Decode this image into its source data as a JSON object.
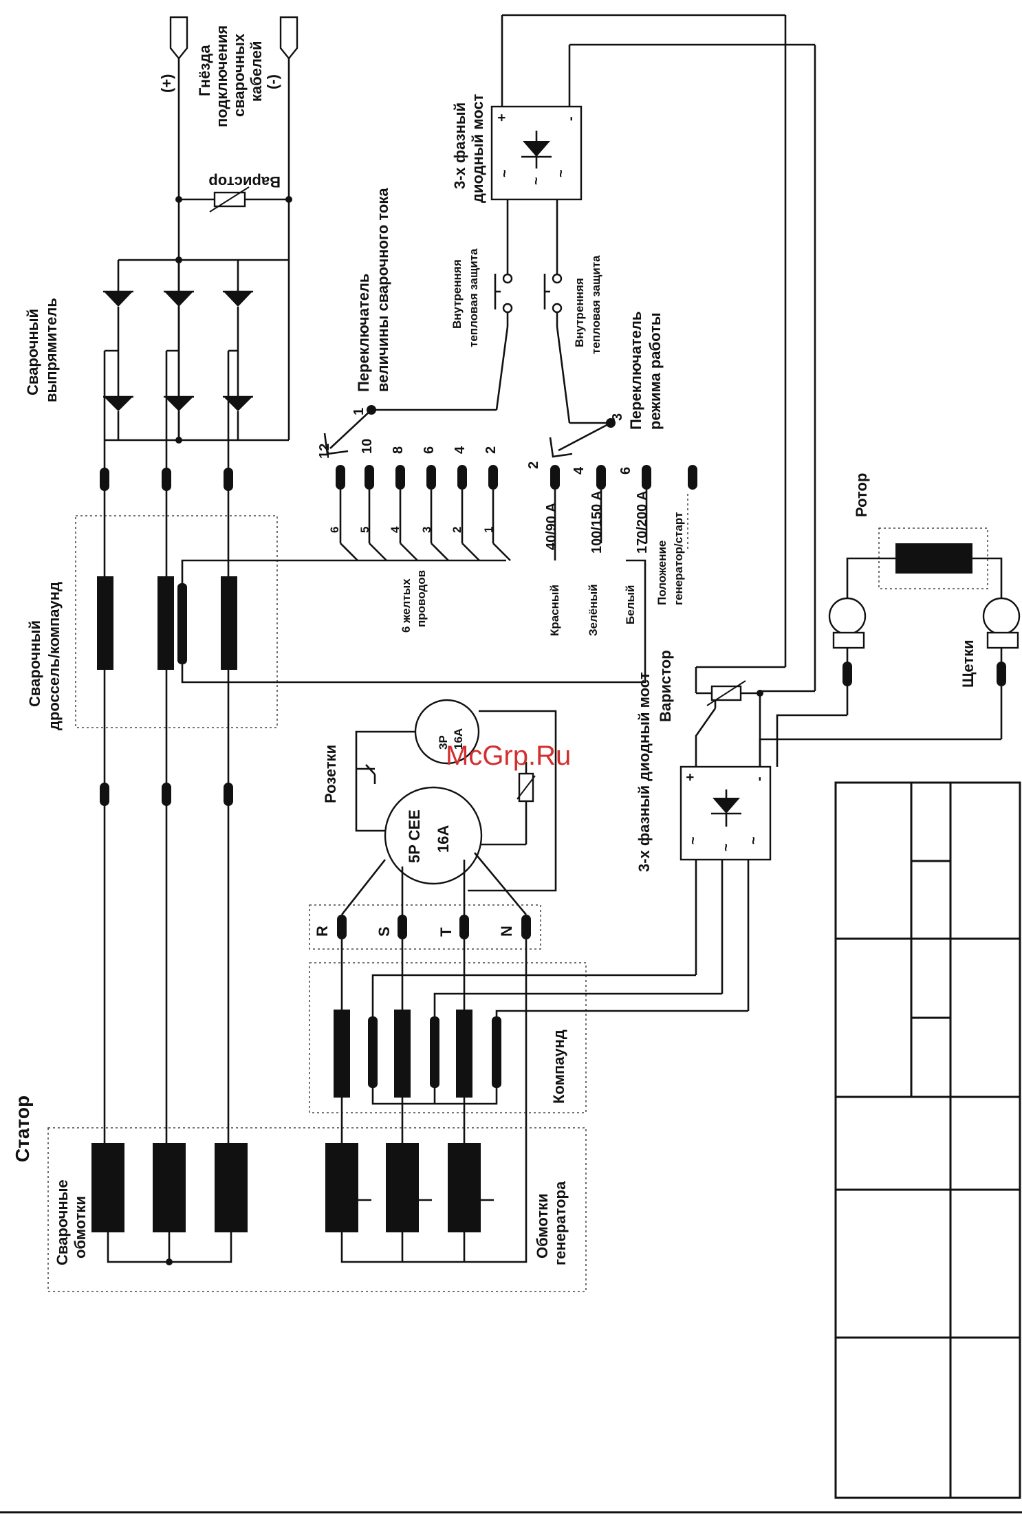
{
  "labels": {
    "cable_sockets": [
      "Гнёзда",
      "подключения",
      "сварочных",
      "кабелей"
    ],
    "plus": "(+)",
    "minus": "(-)",
    "varistor_top": "Варистор",
    "welding_rectifier": [
      "Сварочный",
      "выпрямитель"
    ],
    "current_switch": [
      "Переключатель",
      "величины сварочного тока"
    ],
    "diode_bridge_top": [
      "3-х фазный",
      "диодный мост"
    ],
    "thermal_1": [
      "Внутренняя",
      "тепловая защита"
    ],
    "thermal_2": [
      "Внутренняя",
      "тепловая защита"
    ],
    "mode_switch": [
      "Переключатель",
      "режима работы"
    ],
    "welding_choke": [
      "Сварочный",
      "дроссель/компаунд"
    ],
    "yellow_wires": [
      "6 желтых",
      "проводов"
    ],
    "red": "Красный",
    "green": "Зелёный",
    "white": "Белый",
    "gen_position": [
      "Положение",
      "генератор/старт"
    ],
    "rotor": "Ротор",
    "brushes": "Щетки",
    "varistor_mid": "Варистор",
    "diode_bridge_mid": [
      "3-х фазный диодный мост"
    ],
    "sockets": "Розетки",
    "socket_3p": [
      "3P",
      "16A"
    ],
    "socket_5p": [
      "5P CEE",
      "16A"
    ],
    "phases": [
      "R",
      "S",
      "T",
      "N"
    ],
    "compound": "Компаунд",
    "stator": "Статор",
    "welding_windings": [
      "Сварочные",
      "обмотки"
    ],
    "generator_windings": [
      "Обмотки",
      "генератора"
    ],
    "switch_current_positions": [
      "12",
      "10",
      "8",
      "6",
      "4",
      "2"
    ],
    "switch_current_pole": "1",
    "yellow_wire_numbers": [
      "6",
      "5",
      "4",
      "3",
      "2",
      "1"
    ],
    "mode_positions": [
      "2",
      "4",
      "6"
    ],
    "mode_pole": "3",
    "amp_ranges": [
      "40/90 A",
      "100/150 A",
      "170/200 A"
    ],
    "bridge_signs": {
      "plus": "+",
      "minus": "-",
      "ac": "~"
    },
    "watermark": "McGrp.Ru"
  }
}
